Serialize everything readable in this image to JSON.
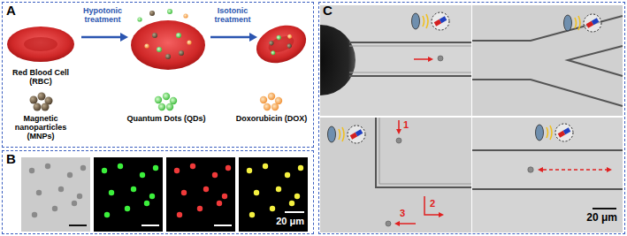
{
  "diagram": {
    "nodes": [
      {
        "text": [
          "A"
        ]
      },
      {
        "text": [
          "B"
        ]
      },
      {
        "text": [
          "C"
        ]
      }
    ],
    "labels": [
      "Hypotonic treatment",
      "Isotonic treatment",
      "Red Blood Cell (RBC)",
      "Magnetic nanoparticles (MNPs)",
      "Quantum Dots (QDs)",
      "Doxorubicin (DOX)",
      "20 μm",
      "1",
      "2",
      "3",
      "20 μm"
    ]
  }
}
